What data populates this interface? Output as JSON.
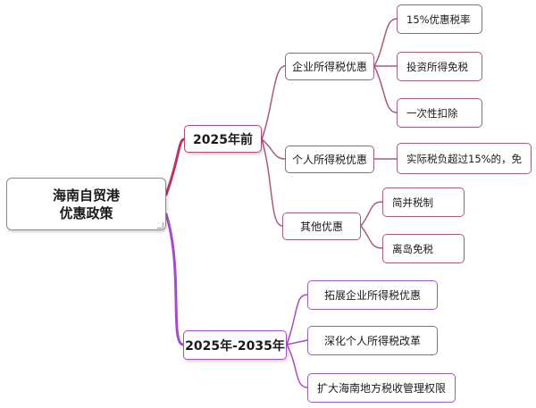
{
  "colors": {
    "branch_upper": "#b8336a",
    "branch_lower": "#a64cc8",
    "sub_branch": "#a85a82"
  },
  "root": {
    "line1": "海南自贸港",
    "line2": "优惠政策"
  },
  "branches": [
    {
      "label": "2025年前",
      "children": [
        {
          "label": "企业所得税优惠",
          "children": [
            "15%优惠税率",
            "投资所得免税",
            "一次性扣除"
          ]
        },
        {
          "label": "个人所得税优惠",
          "children": [
            "实际税负超过15%的，免"
          ]
        },
        {
          "label": "其他优惠",
          "children": [
            "简并税制",
            "离岛免税"
          ]
        }
      ]
    },
    {
      "label": "2025年-2035年",
      "children": [
        {
          "label": "拓展企业所得税优惠"
        },
        {
          "label": "深化个人所得税改革"
        },
        {
          "label": "扩大海南地方税收管理权限"
        }
      ]
    }
  ]
}
